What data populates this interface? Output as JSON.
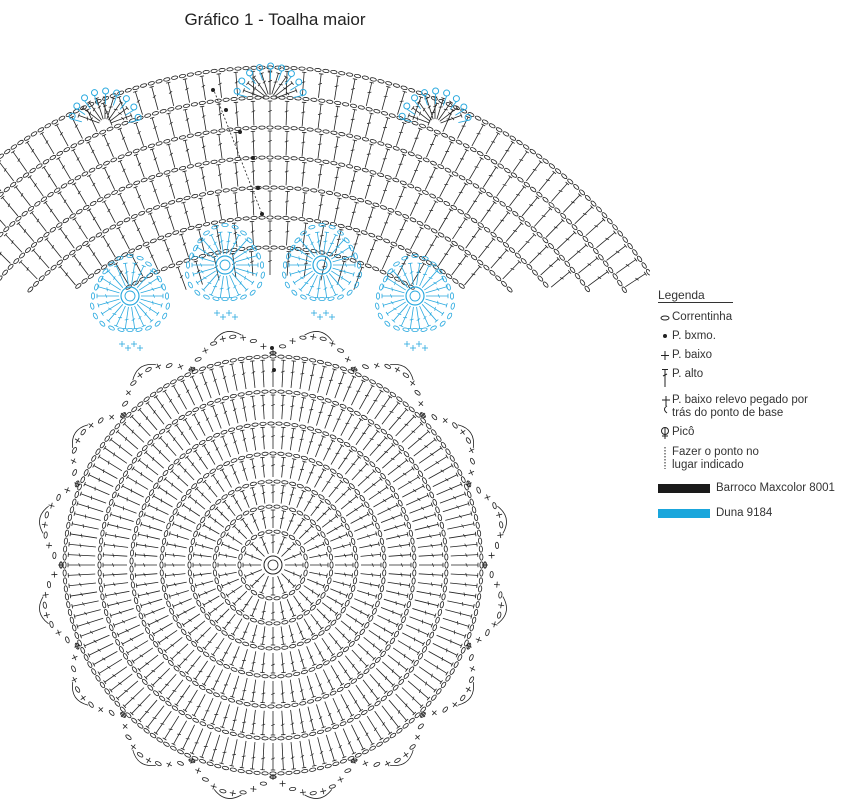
{
  "title": "Gráfico 1 - Toalha maior",
  "legend": {
    "heading": "Legenda",
    "items": [
      {
        "symbol": "chain-icon",
        "text": "Correntinha"
      },
      {
        "symbol": "slip-stitch-icon",
        "text": "P. bxmo."
      },
      {
        "symbol": "single-crochet-icon",
        "text": "P. baixo"
      },
      {
        "symbol": "double-crochet-icon",
        "text": "P. alto"
      },
      {
        "symbol": "back-post-sc-icon",
        "text": "P. baixo relevo pegado por\ntrás do ponto de base"
      },
      {
        "symbol": "picot-icon",
        "text": "Picô"
      },
      {
        "symbol": "placement-line-icon",
        "text": "Fazer o ponto no\nlugar indicado"
      }
    ],
    "colors": [
      {
        "hex": "#1a1a1a",
        "text": "Barroco Maxcolor 8001"
      },
      {
        "hex": "#1aa6dc",
        "text": "Duna 9184"
      }
    ]
  },
  "diagram": {
    "colors": {
      "main": "#222222",
      "accent": "#29a9df"
    }
  }
}
